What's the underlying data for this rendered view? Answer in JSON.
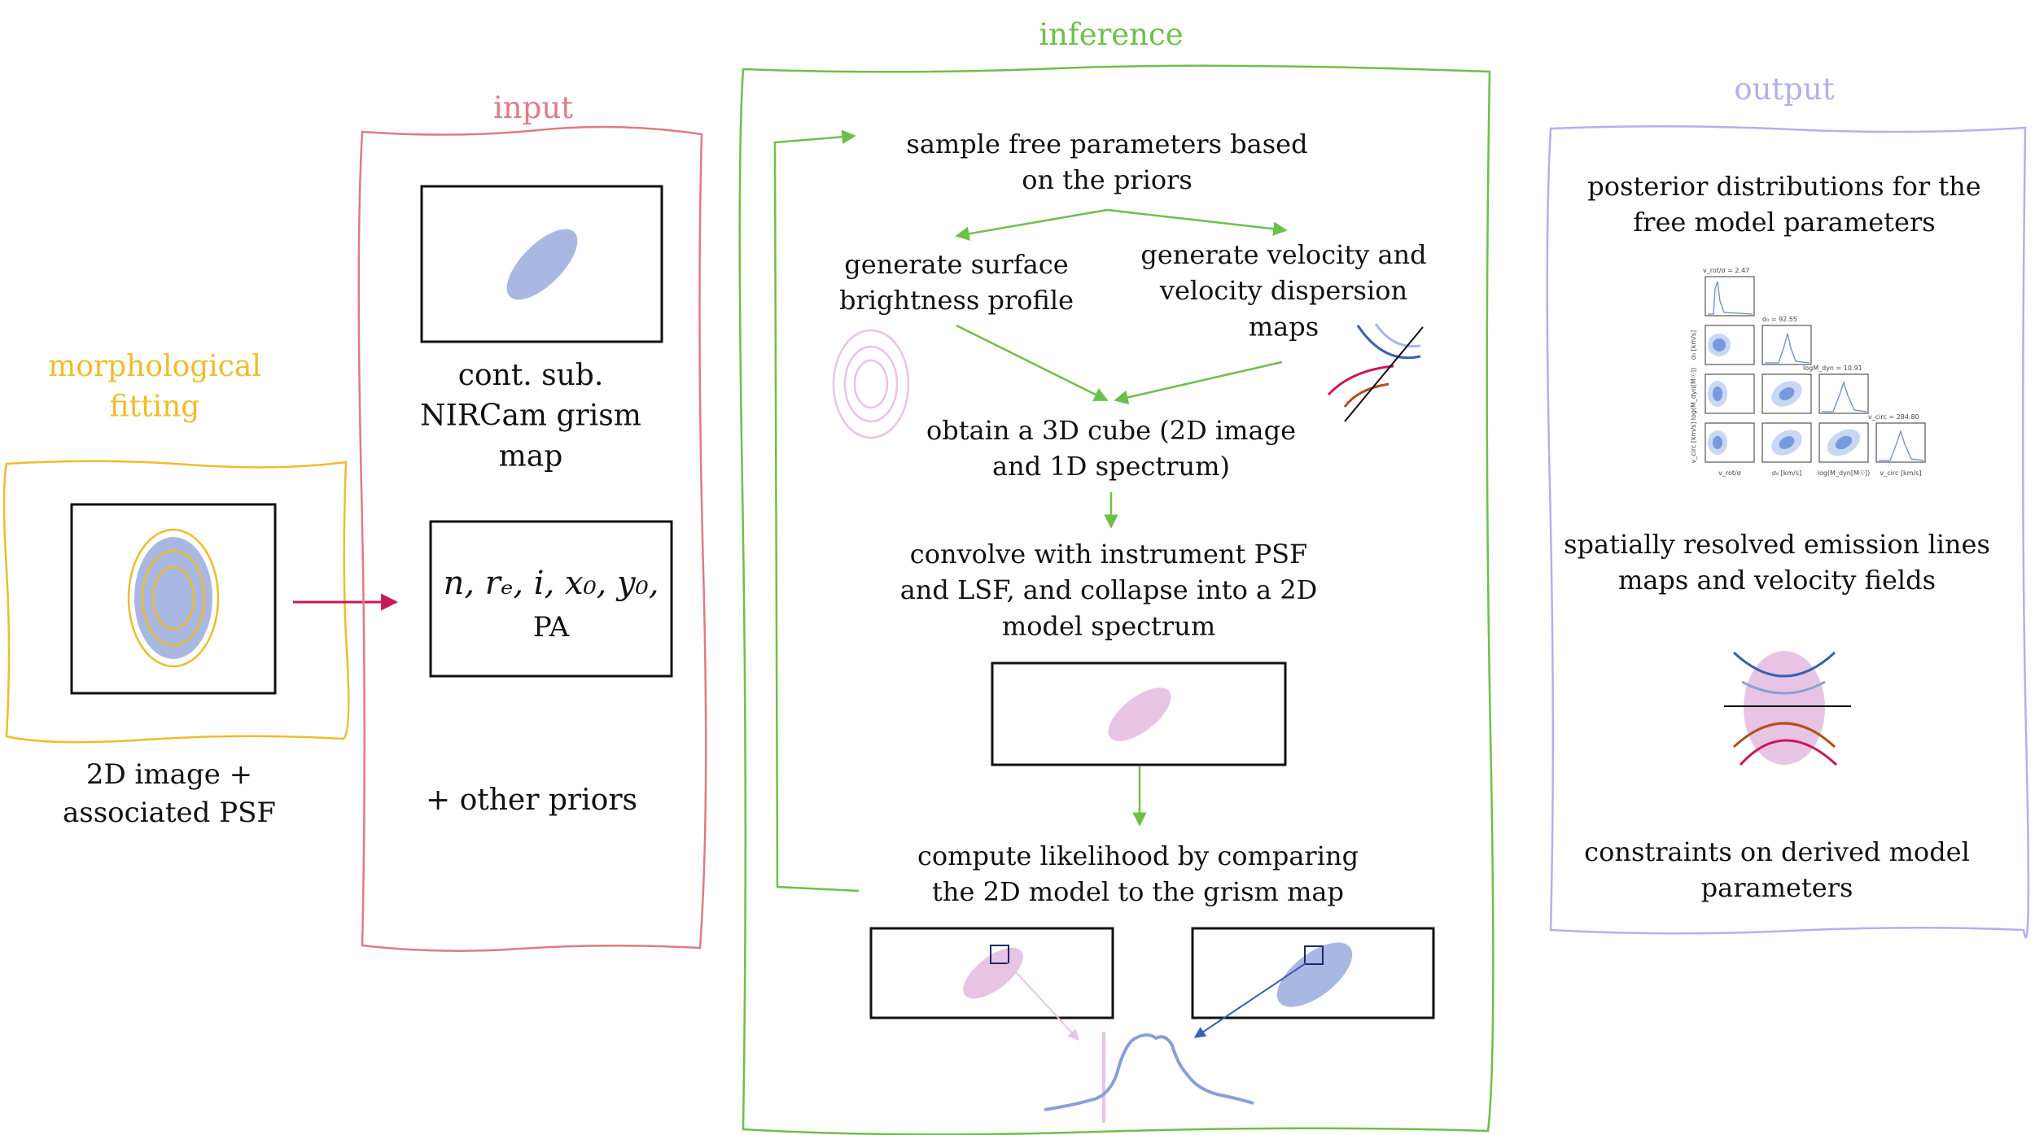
{
  "colors": {
    "morph": "#eebc2c",
    "input": "#e07a86",
    "inference": "#6cc04a",
    "output": "#b3b0ec",
    "galaxy_blue": "#a9b8e3",
    "galaxy_pink": "#e8c4e4",
    "arrow_red": "#c8185a",
    "arrow_blue": "#3a5fb5"
  },
  "sections": {
    "morphological": "morphological\nfitting",
    "input": "input",
    "inference": "inference",
    "output": "output"
  },
  "morph": {
    "caption": "2D image +\nassociated PSF"
  },
  "input": {
    "grism_caption": "cont. sub.\nNIRCam grism\nmap",
    "params_line1": "n, rₑ, i, x₀, y₀,",
    "params_line2": "PA",
    "other_priors": "+ other priors"
  },
  "inference": {
    "sample": "sample free parameters based\non the priors",
    "surface": "generate surface\nbrightness profile",
    "velocity": "generate velocity and\nvelocity dispersion\nmaps",
    "cube": "obtain a 3D cube (2D image\nand 1D spectrum)",
    "convolve": "convolve with instrument PSF\nand LSF, and collapse into a 2D\nmodel spectrum",
    "likelihood": "compute likelihood by comparing\nthe 2D model to the grism map"
  },
  "output": {
    "posterior": "posterior distributions for the\nfree model parameters",
    "maps": "spatially resolved emission lines\nmaps and velocity fields",
    "constraints": "constraints on derived model\nparameters",
    "corner": {
      "t1": "v_rot/σ = 2.47",
      "t2": "σ₀ = 92.55",
      "t3": "logM_dyn = 10.91",
      "t4": "v_circ = 284.80",
      "x1": "v_rot/σ",
      "x2": "σ₀ [km/s]",
      "x3": "log(M_dyn[M☉])",
      "x4": "v_circ [km/s]",
      "y1": "σ₀ [km/s]",
      "y2": "log(M_dyn[M☉])",
      "y3": "v_circ [km/s]"
    }
  }
}
